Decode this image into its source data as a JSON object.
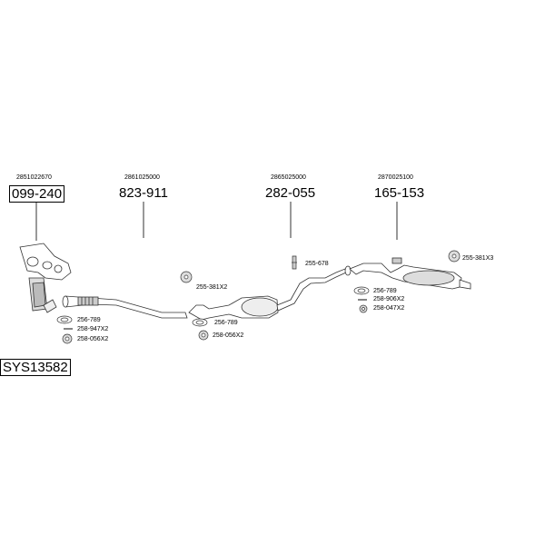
{
  "parts": [
    {
      "ref": "2851022670",
      "code": "099-240"
    },
    {
      "ref": "2861025000",
      "code": "823-911"
    },
    {
      "ref": "2865025000",
      "code": "282-055"
    },
    {
      "ref": "2870025100",
      "code": "165-153"
    }
  ],
  "system_code": "SYS13582",
  "callouts": {
    "c1": "256-789",
    "c2": "258-947X2",
    "c3": "258-056X2",
    "c4": "255-381X2",
    "c5": "256-789",
    "c6": "258-056X2",
    "c7": "255-678",
    "c8": "256-789",
    "c9": "258-906X2",
    "c10": "258-047X2",
    "c11": "255-381X3"
  }
}
